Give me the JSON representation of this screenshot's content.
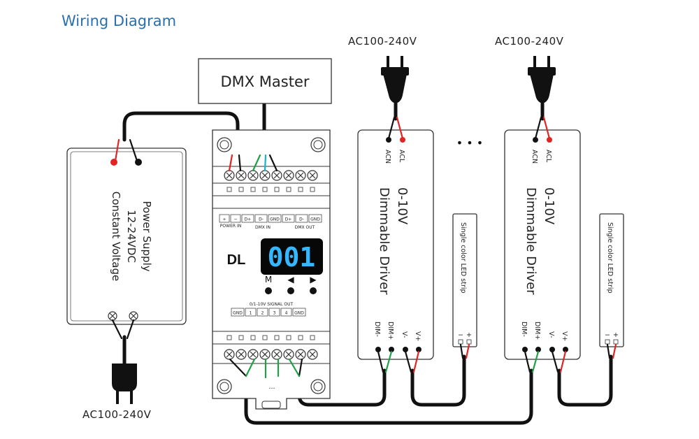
{
  "title": "Wiring Diagram",
  "dmx_master": "DMX Master",
  "ac_label": "AC100-240V",
  "power_supply": {
    "line1": "Power Supply",
    "line2": "12-24VDC",
    "line3": "Constant Voltage"
  },
  "decoder": {
    "model": "DL",
    "display": "001",
    "top_terminals": [
      "+",
      "−",
      "D+",
      "D-",
      "GND",
      "D+",
      "D-",
      "GND"
    ],
    "power_in": "POWER IN",
    "dmx_in": "DMX IN",
    "dmx_out": "DMX OUT",
    "buttons": [
      "M",
      "◀",
      "▶"
    ],
    "signal_out": "0/1-10V SIGNAL OUT",
    "bottom_terminals": [
      "GND",
      "1",
      "2",
      "3",
      "4",
      "GND"
    ],
    "more": "..."
  },
  "driver": {
    "line1": "0-10V",
    "line2": "Dimmable Driver",
    "acn": "ACN",
    "acl": "ACL",
    "dim_minus": "DIM-",
    "dim_plus": "DIM+",
    "v_minus": "V-",
    "v_plus": "V+"
  },
  "led_strip": {
    "label": "Single color LED strip",
    "minus": "−",
    "plus": "+"
  },
  "ellipsis": "• • •"
}
